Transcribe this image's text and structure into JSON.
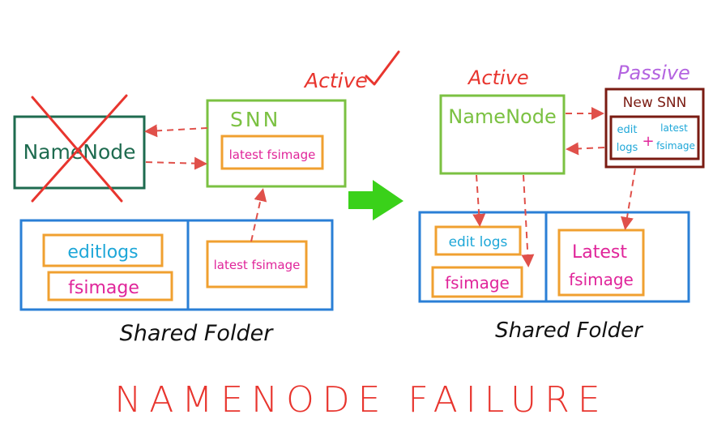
{
  "colors": {
    "namenode_failed": "#1e6b4f",
    "cross": "#e8352e",
    "snn": "#7bc142",
    "new_snn": "#7a1b12",
    "shared_folder": "#2a7fd6",
    "file_box": "#f0a030",
    "edit_text": "#1ea7d8",
    "fsimage_text": "#e0259a",
    "active_text": "#e8352e",
    "passive_text": "#b464e0",
    "arrow": "#e0504a",
    "big_arrow": "#3ad11a",
    "caption": "#111111"
  },
  "left": {
    "namenode_label": "NameNode",
    "snn_label": "SNN",
    "snn_state": "Active",
    "snn_file": "latest fsimage",
    "shared_edit": "editlogs",
    "shared_fsimage": "fsimage",
    "shared_latest": "latest fsimage",
    "shared_caption": "Shared Folder"
  },
  "right": {
    "namenode_state": "Active",
    "namenode_label": "NameNode",
    "new_snn_state": "Passive",
    "new_snn_label": "New SNN",
    "inner_edit_1": "edit",
    "inner_edit_2": "logs",
    "inner_plus": "+",
    "inner_latest_1": "latest",
    "inner_latest_2": "fsimage",
    "shared_edit": "edit logs",
    "shared_fsimage": "fsimage",
    "shared_latest_1": "Latest",
    "shared_latest_2": "fsimage",
    "shared_caption": "Shared Folder"
  },
  "title": "NAMENODE FAILURE"
}
